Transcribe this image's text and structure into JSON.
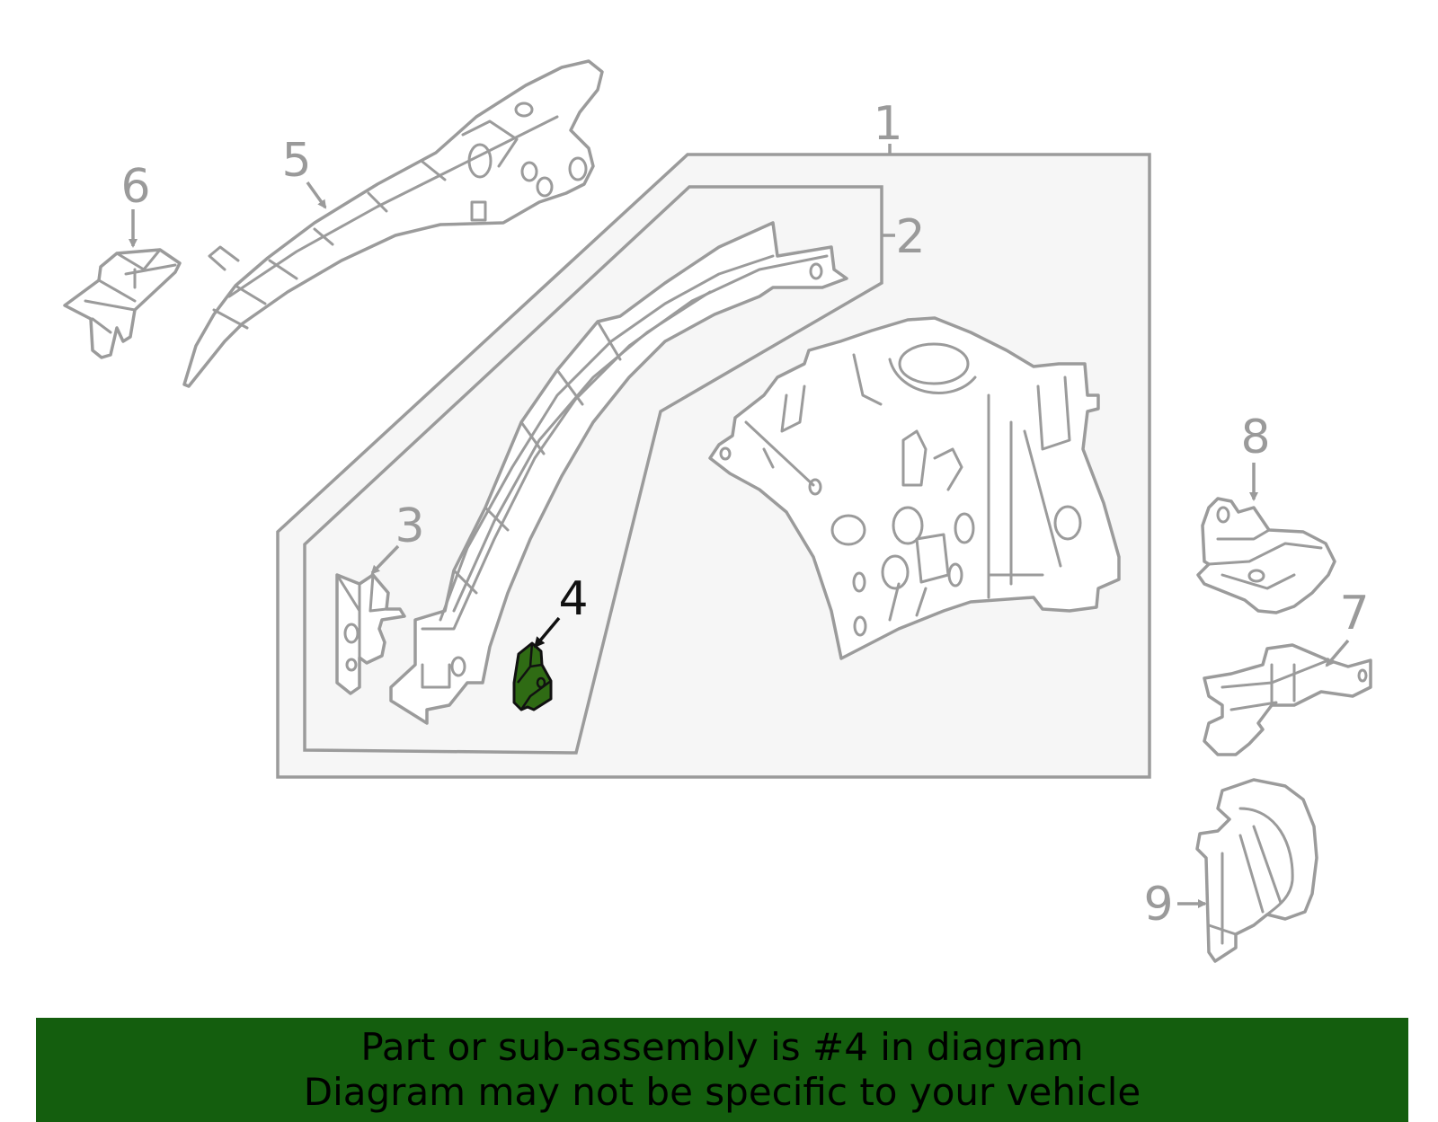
{
  "diagram": {
    "callouts": [
      "1",
      "2",
      "3",
      "4",
      "5",
      "6",
      "7",
      "8",
      "9"
    ],
    "highlighted_part": "4",
    "colors": {
      "line": "#9b9b9b",
      "highlight_fill": "#2f6b14",
      "banner": "#145e0e",
      "frame_fill": "#f6f6f6"
    }
  },
  "banner": {
    "line1": "Part or sub-assembly is #4 in diagram",
    "line2": "Diagram may not be specific to your vehicle"
  }
}
